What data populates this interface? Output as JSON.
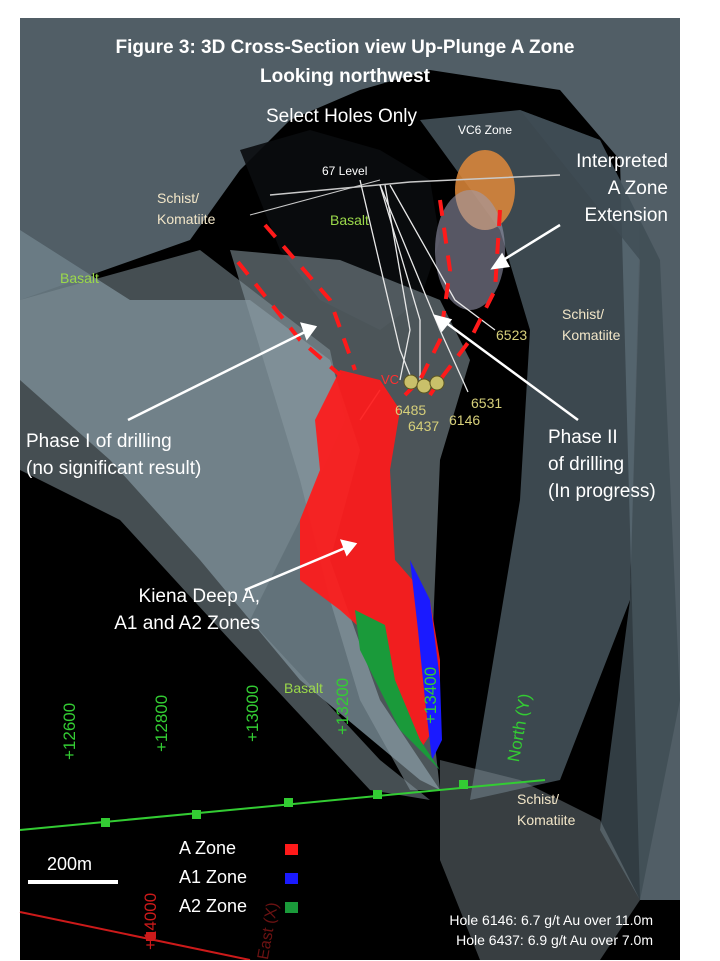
{
  "title": {
    "line1": "Figure 3: 3D Cross-Section view Up-Plunge A Zone",
    "line2": "Looking northwest",
    "subtitle": "Select Holes Only"
  },
  "labels": {
    "vc6_zone": "VC6 Zone",
    "level_67": "67 Level",
    "basalt_left": "Basalt",
    "basalt_center": "Basalt",
    "basalt_bottom": "Basalt",
    "schist_upper_left": [
      "Schist/",
      "Komatiite"
    ],
    "schist_right": [
      "Schist/",
      "Komatiite"
    ],
    "schist_bottom": [
      "Schist/",
      "Komatiite"
    ],
    "vc_small": "VC"
  },
  "holes": [
    "6523",
    "6531",
    "6485",
    "6437",
    "6146"
  ],
  "callouts": {
    "interpreted": [
      "Interpreted",
      "A Zone",
      "Extension"
    ],
    "phase1": [
      "Phase I of  drilling",
      "(no significant result)"
    ],
    "phase2": [
      "Phase II",
      "of  drilling",
      "(In progress)"
    ],
    "kiena": [
      "Kiena Deep A,",
      "A1 and A2 Zones"
    ]
  },
  "grid": {
    "north_ticks": [
      "+12600",
      "+12800",
      "+13000",
      "+13200",
      "+13400"
    ],
    "north_axis": "North (Y)",
    "east_tick": "+14000",
    "east_axis": "East (X)"
  },
  "scale_bar": "200m",
  "legend": [
    {
      "label": "A Zone",
      "color": "#ff1a1a"
    },
    {
      "label": "A1 Zone",
      "color": "#1a1aff"
    },
    {
      "label": "A2 Zone",
      "color": "#1a9a3a"
    }
  ],
  "results": [
    "Hole 6146: 6.7 g/t Au over 11.0m",
    "Hole 6437: 6.9 g/t Au over 7.0m"
  ],
  "colors": {
    "background": "#000000",
    "basalt_text": "#9bd94a",
    "grid_green": "#33cc33",
    "dashed_red": "#ff1a1a",
    "hole_text": "#d6cf7a"
  }
}
